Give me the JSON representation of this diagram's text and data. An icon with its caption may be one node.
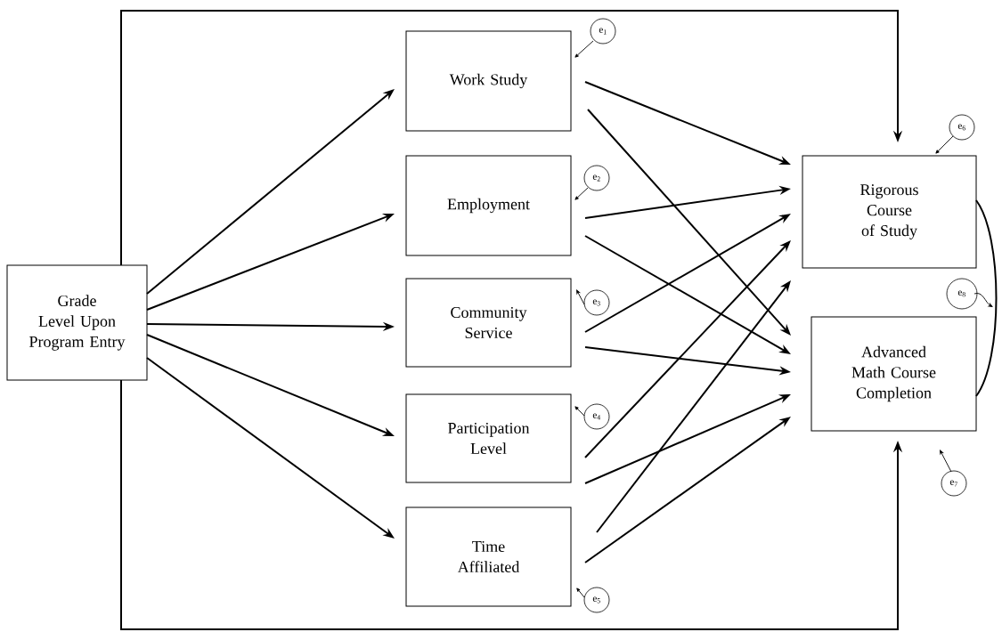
{
  "diagram": {
    "nodes": [
      {
        "text": [
          "Grade Level Upon Program Entry"
        ]
      },
      {
        "text": [
          "Work Study"
        ]
      },
      {
        "text": [
          "Employment"
        ]
      },
      {
        "text": [
          "Community Service"
        ]
      },
      {
        "text": [
          "Participation Level"
        ]
      },
      {
        "text": [
          "Time Affiliated"
        ]
      },
      {
        "text": [
          "Rigorous Course of Study"
        ]
      },
      {
        "text": [
          "Advanced Math Course Completion"
        ]
      },
      {
        "text": [
          "e$_{1}$"
        ]
      },
      {
        "text": [
          "e$_{2}$"
        ]
      },
      {
        "text": [
          "e$_{3}$"
        ]
      },
      {
        "text": [
          "e$_{4}$"
        ]
      },
      {
        "text": [
          "e$_{5}$"
        ]
      },
      {
        "text": [
          "e$_{6}$"
        ]
      },
      {
        "text": [
          "e$_{7}$"
        ]
      },
      {
        "text": [
          "e$_{8}$"
        ]
      }
    ],
    "edges": [
      {
        "from": 0,
        "to": 1,
        "arrow": "to"
      },
      {
        "from": 0,
        "to": 2,
        "arrow": "to"
      },
      {
        "from": 0,
        "to": 3,
        "arrow": "to"
      },
      {
        "from": 0,
        "to": 4,
        "arrow": "to"
      },
      {
        "from": 0,
        "to": 5,
        "arrow": "to"
      },
      {
        "from": 0,
        "to": 6,
        "arrow": "to"
      },
      {
        "from": 0,
        "to": 7,
        "arrow": "to"
      },
      {
        "from": 1,
        "to": 6,
        "arrow": "to"
      },
      {
        "from": 1,
        "to": 7,
        "arrow": "to"
      },
      {
        "from": 2,
        "to": 6,
        "arrow": "to"
      },
      {
        "from": 2,
        "to": 7,
        "arrow": "to"
      },
      {
        "from": 3,
        "to": 6,
        "arrow": "to"
      },
      {
        "from": 3,
        "to": 7,
        "arrow": "to"
      },
      {
        "from": 4,
        "to": 6,
        "arrow": "to"
      },
      {
        "from": 4,
        "to": 7,
        "arrow": "to"
      },
      {
        "from": 5,
        "to": 6,
        "arrow": "to"
      },
      {
        "from": 5,
        "to": 7,
        "arrow": "to"
      },
      {
        "from": 6,
        "to": 7,
        "arrow": "none"
      },
      {
        "from": 8,
        "to": 1,
        "arrow": "to"
      },
      {
        "from": 9,
        "to": 2,
        "arrow": "to"
      },
      {
        "from": 10,
        "to": 3,
        "arrow": "to"
      },
      {
        "from": 11,
        "to": 4,
        "arrow": "to"
      },
      {
        "from": 12,
        "to": 5,
        "arrow": "to"
      },
      {
        "from": 13,
        "to": 6,
        "arrow": "to"
      },
      {
        "from": 14,
        "to": 7,
        "arrow": "to"
      },
      {
        "from": 15,
        "to": null,
        "arrow": "to"
      }
    ]
  }
}
